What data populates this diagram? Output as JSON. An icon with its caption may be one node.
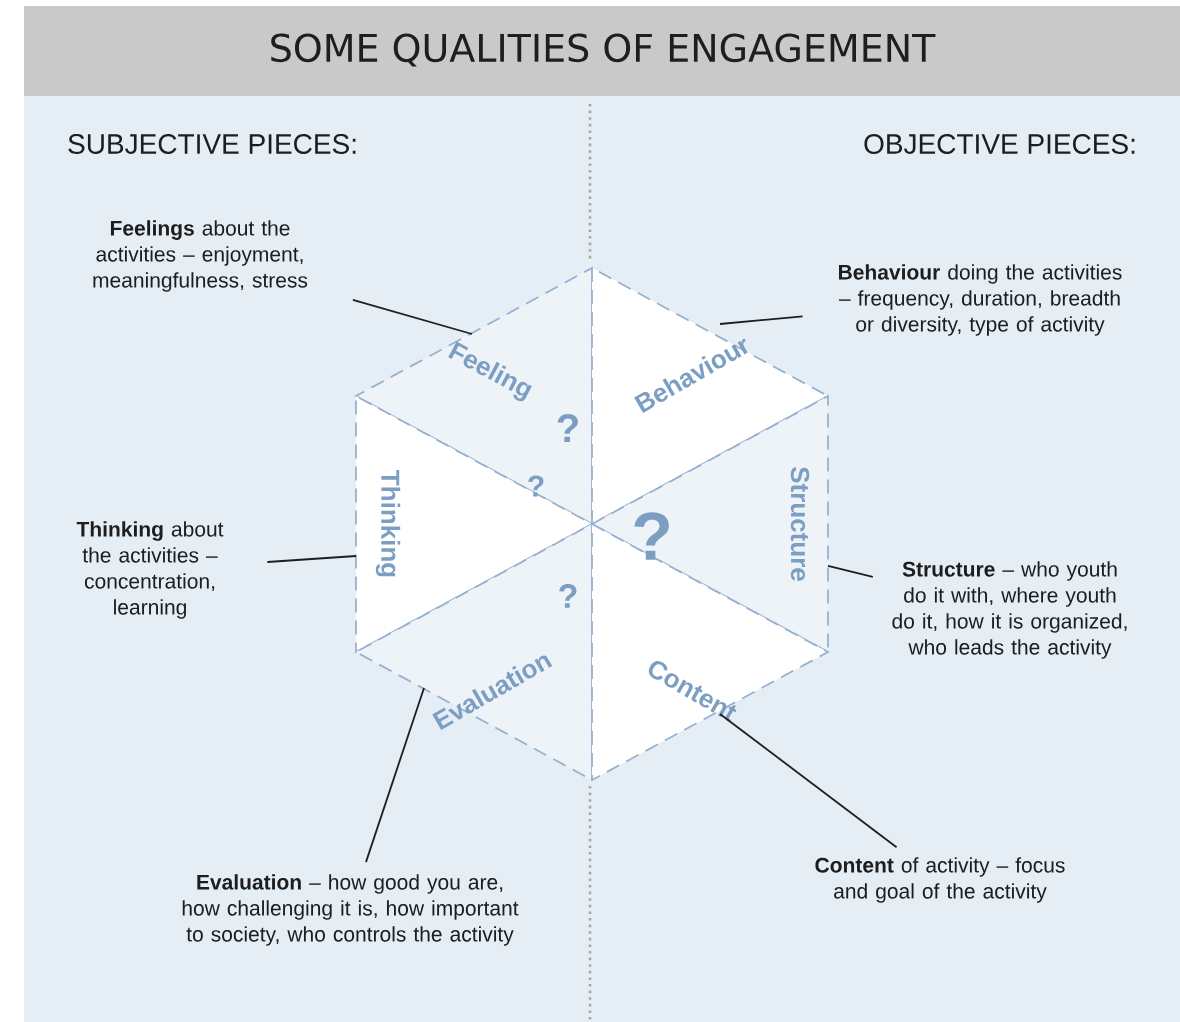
{
  "diagram": {
    "title": "SOME QUALITIES OF ENGAGEMENT",
    "nodes": [
      {
        "text": [
          "**Feelings** about the activities – enjoyment, meaningfulness, stress"
        ]
      },
      {
        "text": [
          "**Behaviour** doing the activities – frequency, duration, breadth or diversity, type of activity"
        ]
      },
      {
        "text": [
          "Feeling"
        ]
      },
      {
        "text": [
          "Behaviour"
        ]
      },
      {
        "text": [
          "**Thinking** about the activities – concentration, learning"
        ]
      },
      {
        "text": [
          "Thinking"
        ]
      },
      {
        "text": [
          "Structure"
        ]
      },
      {
        "text": [
          "**Structure** – who youth do it with, where youth do it, how it is organized, who leads the activity"
        ]
      },
      {
        "text": [
          "Evaluation"
        ]
      },
      {
        "text": [
          "Content"
        ]
      },
      {
        "text": [
          "**Evaluation** – how good you are, how challenging it is, how important to society, who controls the activity"
        ]
      },
      {
        "text": [
          "**Content** of activity – focus and goal of the activity"
        ]
      }
    ],
    "edges": [
      {
        "from": 0,
        "to": 2,
        "arrow": "none"
      },
      {
        "from": 1,
        "to": 3,
        "arrow": "none"
      },
      {
        "from": 4,
        "to": 5,
        "arrow": "none"
      },
      {
        "from": 7,
        "to": 6,
        "arrow": "none"
      },
      {
        "from": 10,
        "to": 8,
        "arrow": "none"
      },
      {
        "from": 11,
        "to": 9,
        "arrow": "none"
      }
    ],
    "labels": [
      "SUBJECTIVE PIECES:",
      "OBJECTIVE PIECES:",
      "?",
      "?",
      "?",
      "?"
    ]
  }
}
